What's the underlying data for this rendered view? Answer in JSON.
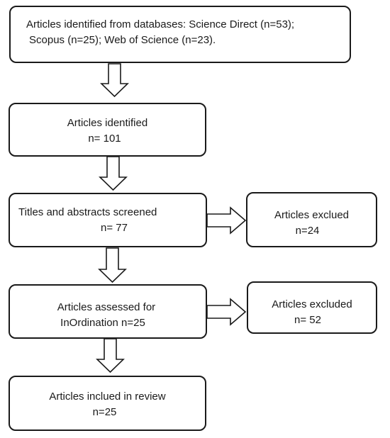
{
  "boxes": {
    "identified_db": {
      "line1": "Articles identified from databases: Science Direct (n=53);",
      "line2": "Scopus (n=25); Web of Science (n=23)."
    },
    "identified": {
      "line1": "Articles identified",
      "line2": "n= 101"
    },
    "screened": {
      "line1": "Titles and abstracts screened",
      "line2": "n= 77"
    },
    "excluded1": {
      "line1": "Articles exclued",
      "line2": "n=24"
    },
    "assessed": {
      "line1": "Articles  assessed for",
      "line2": "InOrdination n=25"
    },
    "excluded2": {
      "line1": "Articles excluded",
      "line2": "n= 52"
    },
    "included": {
      "line1": "Articles inclued in review",
      "line2": "n=25"
    }
  }
}
